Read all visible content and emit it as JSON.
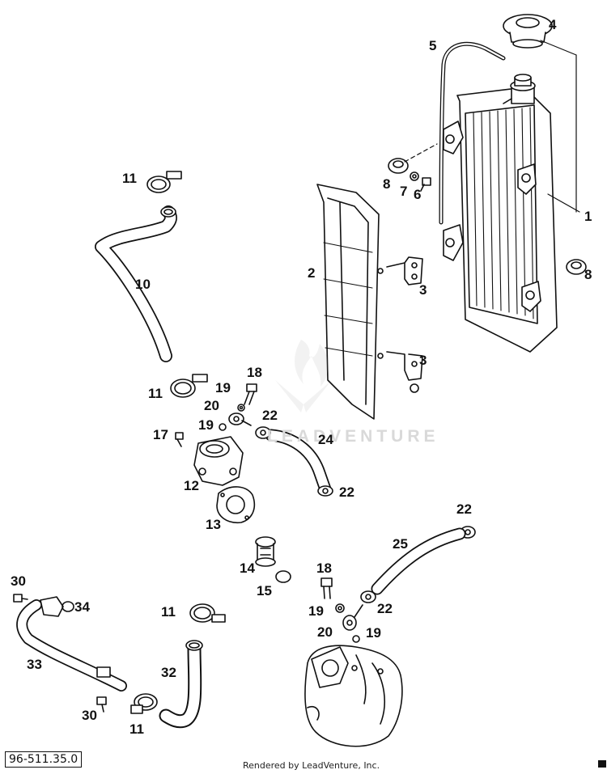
{
  "footer": {
    "diagram_code": "96-511.35.0",
    "credit": "Rendered by LeadVenture, Inc."
  },
  "watermark": {
    "text": "LEADVENTURE"
  },
  "callouts": [
    {
      "id": "c1",
      "text": "1"
    },
    {
      "id": "c2",
      "text": "2"
    },
    {
      "id": "c3a",
      "text": "3"
    },
    {
      "id": "c3b",
      "text": "3"
    },
    {
      "id": "c4",
      "text": "4"
    },
    {
      "id": "c5",
      "text": "5"
    },
    {
      "id": "c6",
      "text": "6"
    },
    {
      "id": "c7",
      "text": "7"
    },
    {
      "id": "c8a",
      "text": "8"
    },
    {
      "id": "c8b",
      "text": "8"
    },
    {
      "id": "c10",
      "text": "10"
    },
    {
      "id": "c11a",
      "text": "11"
    },
    {
      "id": "c11b",
      "text": "11"
    },
    {
      "id": "c11c",
      "text": "11"
    },
    {
      "id": "c11d",
      "text": "11"
    },
    {
      "id": "c12",
      "text": "12"
    },
    {
      "id": "c13",
      "text": "13"
    },
    {
      "id": "c14",
      "text": "14"
    },
    {
      "id": "c15",
      "text": "15"
    },
    {
      "id": "c17",
      "text": "17"
    },
    {
      "id": "c18a",
      "text": "18"
    },
    {
      "id": "c18b",
      "text": "18"
    },
    {
      "id": "c19a",
      "text": "19"
    },
    {
      "id": "c19b",
      "text": "19"
    },
    {
      "id": "c19c",
      "text": "19"
    },
    {
      "id": "c19d",
      "text": "19"
    },
    {
      "id": "c20a",
      "text": "20"
    },
    {
      "id": "c20b",
      "text": "20"
    },
    {
      "id": "c22a",
      "text": "22"
    },
    {
      "id": "c22b",
      "text": "22"
    },
    {
      "id": "c22c",
      "text": "22"
    },
    {
      "id": "c22d",
      "text": "22"
    },
    {
      "id": "c24",
      "text": "24"
    },
    {
      "id": "c25",
      "text": "25"
    },
    {
      "id": "c30a",
      "text": "30"
    },
    {
      "id": "c30b",
      "text": "30"
    },
    {
      "id": "c32",
      "text": "32"
    },
    {
      "id": "c33",
      "text": "33"
    },
    {
      "id": "c34",
      "text": "34"
    }
  ]
}
